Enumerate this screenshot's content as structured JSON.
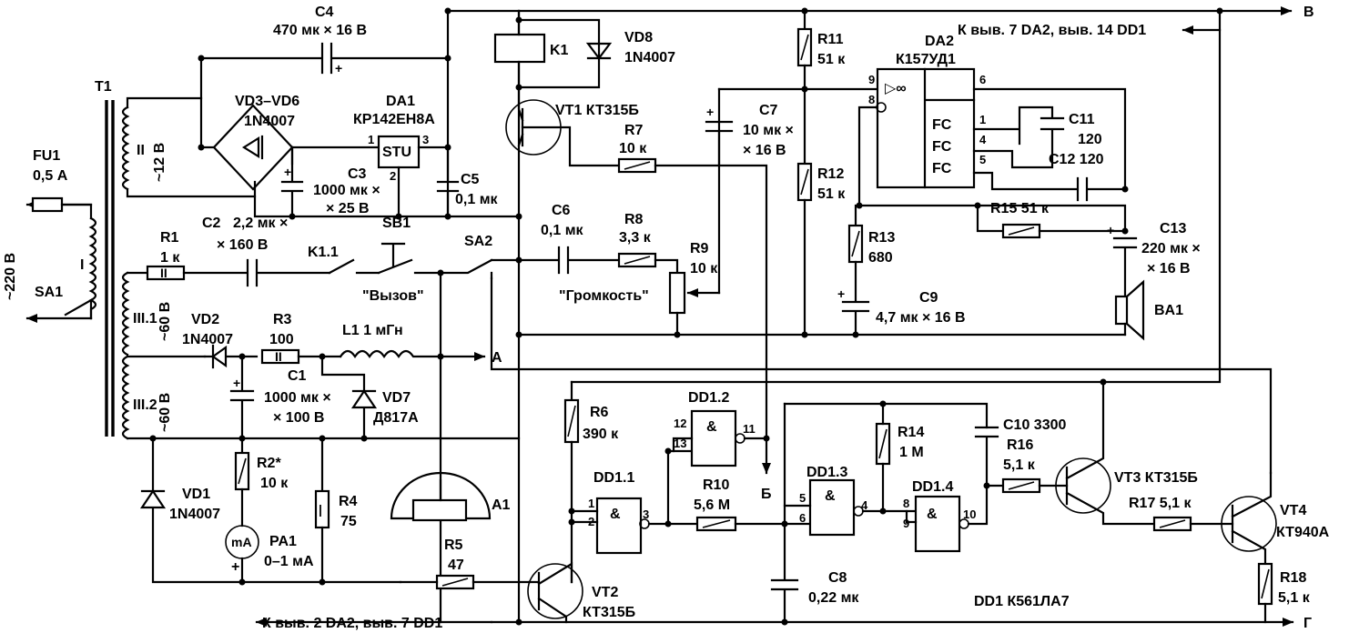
{
  "outputs": {
    "top_bus": "К выв. 7 DA2, выв. 14 DD1",
    "bottom_bus": "К выв. 2 DA2, выв. 7 DD1",
    "B": "В",
    "A": "А",
    "Б": "Б",
    "Г": "Г"
  },
  "components": {
    "FU1": {
      "ref": "FU1",
      "value": "0,5 А"
    },
    "SA1": {
      "ref": "SA1"
    },
    "T1": {
      "ref": "T1",
      "w_I": "I",
      "w_II": "II",
      "w_II_v": "~12 В",
      "w_III1": "III.1",
      "w_III1_v": "~60 В",
      "w_III2": "III.2",
      "w_III2_v": "~60 В",
      "mains": "~220 В"
    },
    "C4": {
      "ref": "C4",
      "value": "470 мк × 16 В"
    },
    "VD3": {
      "ref": "VD3–VD6",
      "value": "1N4007"
    },
    "DA1": {
      "ref": "DA1",
      "part": "КР142ЕН8А",
      "core": "STU",
      "p1": "1",
      "p2": "2",
      "p3": "3"
    },
    "C3": {
      "ref": "C3",
      "value1": "1000 мк ×",
      "value2": "× 25 В"
    },
    "C5": {
      "ref": "C5",
      "value": "0,1 мк"
    },
    "C2": {
      "ref": "C2",
      "value1": "2,2 мк ×",
      "value2": "× 160 В"
    },
    "R1": {
      "ref": "R1",
      "value": "1 к"
    },
    "K1": {
      "ref": "K1"
    },
    "K11": {
      "ref": "K1.1"
    },
    "SB1": {
      "ref": "SB1",
      "caption": "\"Вызов\""
    },
    "SA2": {
      "ref": "SA2"
    },
    "VD8": {
      "ref": "VD8",
      "value": "1N4007"
    },
    "VT1": {
      "ref": "VT1 КТ315Б"
    },
    "R7": {
      "ref": "R7",
      "value": "10 к"
    },
    "C6": {
      "ref": "C6",
      "value": "0,1 мк"
    },
    "R8": {
      "ref": "R8",
      "value": "3,3 к"
    },
    "R9": {
      "ref": "R9",
      "value": "10 к",
      "caption": "\"Громкость\""
    },
    "C7": {
      "ref": "C7",
      "value1": "10 мк ×",
      "value2": "× 16 В"
    },
    "R11": {
      "ref": "R11",
      "value": "51 к"
    },
    "R12": {
      "ref": "R12",
      "value": "51 к"
    },
    "R13": {
      "ref": "R13",
      "value": "680"
    },
    "C9": {
      "ref": "C9",
      "value": "4,7 мк × 16 В"
    },
    "DA2": {
      "ref": "DA2",
      "part": "К157УД1",
      "amp": "▷∞",
      "fc": "FC",
      "p9": "9",
      "p8": "8",
      "p6": "6",
      "p1": "1",
      "p4": "4",
      "p5": "5"
    },
    "C11": {
      "ref": "C11",
      "value": "120"
    },
    "C12": {
      "ref": "C12 120"
    },
    "R15": {
      "ref": "R15 51 к"
    },
    "C13": {
      "ref": "C13",
      "value1": "220 мк ×",
      "value2": "× 16 В"
    },
    "BA1": {
      "ref": "BA1"
    },
    "VD2": {
      "ref": "VD2",
      "value": "1N4007"
    },
    "R3": {
      "ref": "R3",
      "value": "100"
    },
    "L1": {
      "ref": "L1 1 мГн"
    },
    "C1": {
      "ref": "C1",
      "value1": "1000 мк ×",
      "value2": "× 100 В"
    },
    "VD7": {
      "ref": "VD7",
      "value": "Д817А"
    },
    "VD1": {
      "ref": "VD1",
      "value": "1N4007"
    },
    "R2": {
      "ref": "R2*",
      "value": "10 к"
    },
    "R4": {
      "ref": "R4",
      "value": "75"
    },
    "PA1": {
      "ref": "PA1",
      "value": "0–1 мА",
      "sym": "mA",
      "plus": "+"
    },
    "A1": {
      "ref": "A1"
    },
    "R5": {
      "ref": "R5",
      "value": "47"
    },
    "R6": {
      "ref": "R6",
      "value": "390 к"
    },
    "DD11": {
      "ref": "DD1.1",
      "p1": "1",
      "p2": "2",
      "p3": "3",
      "sym": "&"
    },
    "DD12": {
      "ref": "DD1.2",
      "p12": "12",
      "p13": "13",
      "p11": "11",
      "sym": "&"
    },
    "R10": {
      "ref": "R10",
      "value": "5,6 М"
    },
    "C8": {
      "ref": "C8",
      "value": "0,22 мк"
    },
    "VT2": {
      "ref": "VT2",
      "value": "КТ315Б"
    },
    "DD13": {
      "ref": "DD1.3",
      "p5": "5",
      "p6": "6",
      "p4": "4",
      "sym": "&"
    },
    "DD14": {
      "ref": "DD1.4",
      "p8": "8",
      "p9": "9",
      "p10": "10",
      "sym": "&"
    },
    "R14": {
      "ref": "R14",
      "value": "1 М"
    },
    "C10": {
      "ref": "C10 3300"
    },
    "R16": {
      "ref": "R16",
      "value": "5,1 к"
    },
    "VT3": {
      "ref": "VT3 КТ315Б"
    },
    "R17": {
      "ref": "R17 5,1 к"
    },
    "VT4": {
      "ref": "VT4",
      "value": "КТ940А"
    },
    "R18": {
      "ref": "R18",
      "value": "5,1 к"
    },
    "DD1": {
      "ref": "DD1 К561ЛА7"
    }
  }
}
